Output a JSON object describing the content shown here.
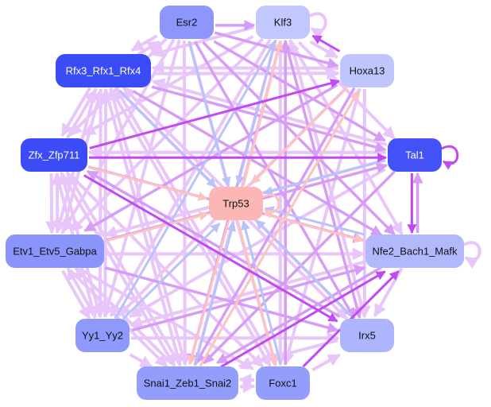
{
  "title": "Transcription factor regulatory network",
  "colors": {
    "edge_light": "#e8c6fa",
    "edge_mid": "#d79cf5",
    "edge_strong": "#c14af2",
    "edge_blue": "#b9c3f9",
    "edge_pink": "#fcc3c0"
  },
  "nodes": [
    {
      "id": "Esr2",
      "label": "Esr2",
      "fill": "#8c96fc",
      "text": "#111111"
    },
    {
      "id": "Klf3",
      "label": "Klf3",
      "fill": "#c2c8fd",
      "text": "#111111"
    },
    {
      "id": "Rfx3_Rfx1_Rfx4",
      "label": "Rfx3_Rfx1_Rfx4",
      "fill": "#3b4bf6",
      "text": "#ffffff"
    },
    {
      "id": "Hoxa13",
      "label": "Hoxa13",
      "fill": "#c0c6fd",
      "text": "#111111"
    },
    {
      "id": "Zfx_Zfp711",
      "label": "Zfx_Zfp711",
      "fill": "#3b4bf6",
      "text": "#ffffff"
    },
    {
      "id": "Tal1",
      "label": "Tal1",
      "fill": "#4352f7",
      "text": "#ffffff"
    },
    {
      "id": "Trp53",
      "label": "Trp53",
      "fill": "#fdb6b6",
      "text": "#111111"
    },
    {
      "id": "Etv1_Etv5_Gabpa",
      "label": "Etv1_Etv5_Gabpa",
      "fill": "#8a94fb",
      "text": "#111111"
    },
    {
      "id": "Nfe2_Bach1_Mafk",
      "label": "Nfe2_Bach1_Mafk",
      "fill": "#b1b8fc",
      "text": "#111111"
    },
    {
      "id": "Yy1_Yy2",
      "label": "Yy1_Yy2",
      "fill": "#8f99fb",
      "text": "#111111"
    },
    {
      "id": "Irx5",
      "label": "Irx5",
      "fill": "#adb5fc",
      "text": "#111111"
    },
    {
      "id": "Snai1_Zeb1_Snai2",
      "label": "Snai1_Zeb1_Snai2",
      "fill": "#939dfb",
      "text": "#111111"
    },
    {
      "id": "Foxc1",
      "label": "Foxc1",
      "fill": "#939dfb",
      "text": "#111111"
    }
  ],
  "edges": [
    {
      "from": "Esr2",
      "to": "Klf3",
      "strength": "mid"
    },
    {
      "from": "Klf3",
      "to": "Klf3",
      "strength": "light"
    },
    {
      "from": "Tal1",
      "to": "Tal1",
      "strength": "strong"
    },
    {
      "from": "Nfe2_Bach1_Mafk",
      "to": "Nfe2_Bach1_Mafk",
      "strength": "light"
    },
    {
      "from": "Snai1_Zeb1_Snai2",
      "to": "Foxc1",
      "strength": "light"
    },
    {
      "from": "Foxc1",
      "to": "Snai1_Zeb1_Snai2",
      "strength": "light"
    },
    {
      "from": "Trp53",
      "to": "Trp53",
      "strength": "pink"
    },
    {
      "from": "Tal1",
      "to": "Nfe2_Bach1_Mafk",
      "strength": "strong"
    },
    {
      "from": "Nfe2_Bach1_Mafk",
      "to": "Tal1",
      "strength": "mid"
    },
    {
      "from": "Rfx3_Rfx1_Rfx4",
      "to": "Zfx_Zfp711",
      "strength": "light"
    },
    {
      "from": "Zfx_Zfp711",
      "to": "Rfx3_Rfx1_Rfx4",
      "strength": "light"
    },
    {
      "from": "Zfx_Zfp711",
      "to": "Etv1_Etv5_Gabpa",
      "strength": "light"
    },
    {
      "from": "Etv1_Etv5_Gabpa",
      "to": "Zfx_Zfp711",
      "strength": "light"
    },
    {
      "from": "Etv1_Etv5_Gabpa",
      "to": "Yy1_Yy2",
      "strength": "light"
    },
    {
      "from": "Yy1_Yy2",
      "to": "Etv1_Etv5_Gabpa",
      "strength": "light"
    },
    {
      "from": "Klf3",
      "to": "Hoxa13",
      "strength": "light"
    },
    {
      "from": "Esr2",
      "to": "Hoxa13",
      "strength": "mid"
    },
    {
      "from": "Rfx3_Rfx1_Rfx4",
      "to": "Hoxa13",
      "strength": "light"
    },
    {
      "from": "Hoxa13",
      "to": "Rfx3_Rfx1_Rfx4",
      "strength": "light"
    },
    {
      "from": "Zfx_Zfp711",
      "to": "Hoxa13",
      "strength": "strong"
    },
    {
      "from": "Zfx_Zfp711",
      "to": "Tal1",
      "strength": "strong"
    },
    {
      "from": "Tal1",
      "to": "Zfx_Zfp711",
      "strength": "light"
    },
    {
      "from": "Klf3",
      "to": "Zfx_Zfp711",
      "strength": "light"
    },
    {
      "from": "Esr2",
      "to": "Rfx3_Rfx1_Rfx4",
      "strength": "light"
    },
    {
      "from": "Rfx3_Rfx1_Rfx4",
      "to": "Esr2",
      "strength": "light"
    },
    {
      "from": "Esr2",
      "to": "Tal1",
      "strength": "mid"
    },
    {
      "from": "Klf3",
      "to": "Tal1",
      "strength": "light"
    },
    {
      "from": "Esr2",
      "to": "Trp53",
      "strength": "blue"
    },
    {
      "from": "Klf3",
      "to": "Trp53",
      "strength": "blue"
    },
    {
      "from": "Rfx3_Rfx1_Rfx4",
      "to": "Trp53",
      "strength": "blue"
    },
    {
      "from": "Hoxa13",
      "to": "Trp53",
      "strength": "pink"
    },
    {
      "from": "Zfx_Zfp711",
      "to": "Trp53",
      "strength": "pink"
    },
    {
      "from": "Tal1",
      "to": "Trp53",
      "strength": "blue"
    },
    {
      "from": "Etv1_Etv5_Gabpa",
      "to": "Trp53",
      "strength": "pink"
    },
    {
      "from": "Nfe2_Bach1_Mafk",
      "to": "Trp53",
      "strength": "blue"
    },
    {
      "from": "Yy1_Yy2",
      "to": "Trp53",
      "strength": "blue"
    },
    {
      "from": "Irx5",
      "to": "Trp53",
      "strength": "blue"
    },
    {
      "from": "Snai1_Zeb1_Snai2",
      "to": "Trp53",
      "strength": "blue"
    },
    {
      "from": "Foxc1",
      "to": "Trp53",
      "strength": "blue"
    },
    {
      "from": "Trp53",
      "to": "Nfe2_Bach1_Mafk",
      "strength": "pink"
    },
    {
      "from": "Trp53",
      "to": "Foxc1",
      "strength": "pink"
    },
    {
      "from": "Trp53",
      "to": "Snai1_Zeb1_Snai2",
      "strength": "pink"
    },
    {
      "from": "Trp53",
      "to": "Klf3",
      "strength": "pink"
    },
    {
      "from": "Zfx_Zfp711",
      "to": "Nfe2_Bach1_Mafk",
      "strength": "mid"
    },
    {
      "from": "Zfx_Zfp711",
      "to": "Irx5",
      "strength": "strong"
    },
    {
      "from": "Zfx_Zfp711",
      "to": "Foxc1",
      "strength": "light"
    },
    {
      "from": "Zfx_Zfp711",
      "to": "Snai1_Zeb1_Snai2",
      "strength": "light"
    },
    {
      "from": "Zfx_Zfp711",
      "to": "Yy1_Yy2",
      "strength": "light"
    },
    {
      "from": "Rfx3_Rfx1_Rfx4",
      "to": "Nfe2_Bach1_Mafk",
      "strength": "mid"
    },
    {
      "from": "Rfx3_Rfx1_Rfx4",
      "to": "Irx5",
      "strength": "light"
    },
    {
      "from": "Rfx3_Rfx1_Rfx4",
      "to": "Foxc1",
      "strength": "light"
    },
    {
      "from": "Rfx3_Rfx1_Rfx4",
      "to": "Snai1_Zeb1_Snai2",
      "strength": "light"
    },
    {
      "from": "Rfx3_Rfx1_Rfx4",
      "to": "Yy1_Yy2",
      "strength": "light"
    },
    {
      "from": "Rfx3_Rfx1_Rfx4",
      "to": "Etv1_Etv5_Gabpa",
      "strength": "light"
    },
    {
      "from": "Rfx3_Rfx1_Rfx4",
      "to": "Tal1",
      "strength": "mid"
    },
    {
      "from": "Esr2",
      "to": "Nfe2_Bach1_Mafk",
      "strength": "mid"
    },
    {
      "from": "Esr2",
      "to": "Irx5",
      "strength": "mid"
    },
    {
      "from": "Esr2",
      "to": "Foxc1",
      "strength": "light"
    },
    {
      "from": "Esr2",
      "to": "Snai1_Zeb1_Snai2",
      "strength": "light"
    },
    {
      "from": "Esr2",
      "to": "Yy1_Yy2",
      "strength": "light"
    },
    {
      "from": "Esr2",
      "to": "Etv1_Etv5_Gabpa",
      "strength": "light"
    },
    {
      "from": "Esr2",
      "to": "Zfx_Zfp711",
      "strength": "light"
    },
    {
      "from": "Klf3",
      "to": "Nfe2_Bach1_Mafk",
      "strength": "light"
    },
    {
      "from": "Klf3",
      "to": "Irx5",
      "strength": "mid"
    },
    {
      "from": "Klf3",
      "to": "Foxc1",
      "strength": "light"
    },
    {
      "from": "Klf3",
      "to": "Snai1_Zeb1_Snai2",
      "strength": "mid"
    },
    {
      "from": "Klf3",
      "to": "Yy1_Yy2",
      "strength": "light"
    },
    {
      "from": "Klf3",
      "to": "Etv1_Etv5_Gabpa",
      "strength": "light"
    },
    {
      "from": "Klf3",
      "to": "Rfx3_Rfx1_Rfx4",
      "strength": "light"
    },
    {
      "from": "Hoxa13",
      "to": "Irx5",
      "strength": "light"
    },
    {
      "from": "Hoxa13",
      "to": "Foxc1",
      "strength": "light"
    },
    {
      "from": "Hoxa13",
      "to": "Snai1_Zeb1_Snai2",
      "strength": "mid"
    },
    {
      "from": "Hoxa13",
      "to": "Yy1_Yy2",
      "strength": "light"
    },
    {
      "from": "Hoxa13",
      "to": "Etv1_Etv5_Gabpa",
      "strength": "mid"
    },
    {
      "from": "Hoxa13",
      "to": "Klf3",
      "strength": "strong"
    },
    {
      "from": "Tal1",
      "to": "Etv1_Etv5_Gabpa",
      "strength": "light"
    },
    {
      "from": "Tal1",
      "to": "Yy1_Yy2",
      "strength": "light"
    },
    {
      "from": "Tal1",
      "to": "Snai1_Zeb1_Snai2",
      "strength": "mid"
    },
    {
      "from": "Tal1",
      "to": "Rfx3_Rfx1_Rfx4",
      "strength": "light"
    },
    {
      "from": "Etv1_Etv5_Gabpa",
      "to": "Nfe2_Bach1_Mafk",
      "strength": "light"
    },
    {
      "from": "Etv1_Etv5_Gabpa",
      "to": "Irx5",
      "strength": "mid"
    },
    {
      "from": "Etv1_Etv5_Gabpa",
      "to": "Foxc1",
      "strength": "light"
    },
    {
      "from": "Etv1_Etv5_Gabpa",
      "to": "Snai1_Zeb1_Snai2",
      "strength": "light"
    },
    {
      "from": "Etv1_Etv5_Gabpa",
      "to": "Rfx3_Rfx1_Rfx4",
      "strength": "light"
    },
    {
      "from": "Etv1_Etv5_Gabpa",
      "to": "Tal1",
      "strength": "mid"
    },
    {
      "from": "Nfe2_Bach1_Mafk",
      "to": "Yy1_Yy2",
      "strength": "light"
    },
    {
      "from": "Nfe2_Bach1_Mafk",
      "to": "Snai1_Zeb1_Snai2",
      "strength": "mid"
    },
    {
      "from": "Nfe2_Bach1_Mafk",
      "to": "Irx5",
      "strength": "light"
    },
    {
      "from": "Yy1_Yy2",
      "to": "Nfe2_Bach1_Mafk",
      "strength": "mid"
    },
    {
      "from": "Yy1_Yy2",
      "to": "Snai1_Zeb1_Snai2",
      "strength": "light"
    },
    {
      "from": "Yy1_Yy2",
      "to": "Irx5",
      "strength": "light"
    },
    {
      "from": "Yy1_Yy2",
      "to": "Rfx3_Rfx1_Rfx4",
      "strength": "light"
    },
    {
      "from": "Yy1_Yy2",
      "to": "Zfx_Zfp711",
      "strength": "light"
    },
    {
      "from": "Irx5",
      "to": "Snai1_Zeb1_Snai2",
      "strength": "light"
    },
    {
      "from": "Irx5",
      "to": "Klf3",
      "strength": "light"
    },
    {
      "from": "Irx5",
      "to": "Rfx3_Rfx1_Rfx4",
      "strength": "light"
    },
    {
      "from": "Foxc1",
      "to": "Nfe2_Bach1_Mafk",
      "strength": "strong"
    },
    {
      "from": "Foxc1",
      "to": "Irx5",
      "strength": "light"
    },
    {
      "from": "Foxc1",
      "to": "Rfx3_Rfx1_Rfx4",
      "strength": "light"
    },
    {
      "from": "Foxc1",
      "to": "Klf3",
      "strength": "mid"
    },
    {
      "from": "Snai1_Zeb1_Snai2",
      "to": "Nfe2_Bach1_Mafk",
      "strength": "strong"
    },
    {
      "from": "Snai1_Zeb1_Snai2",
      "to": "Rfx3_Rfx1_Rfx4",
      "strength": "light"
    },
    {
      "from": "Snai1_Zeb1_Snai2",
      "to": "Klf3",
      "strength": "light"
    },
    {
      "from": "Snai1_Zeb1_Snai2",
      "to": "Zfx_Zfp711",
      "strength": "light"
    },
    {
      "from": "Snai1_Zeb1_Snai2",
      "to": "Etv1_Etv5_Gabpa",
      "strength": "light"
    },
    {
      "from": "Irx5",
      "to": "Zfx_Zfp711",
      "strength": "mid"
    },
    {
      "from": "Yy1_Yy2",
      "to": "Klf3",
      "strength": "blue"
    },
    {
      "from": "Snai1_Zeb1_Snai2",
      "to": "Hoxa13",
      "strength": "pink"
    }
  ]
}
